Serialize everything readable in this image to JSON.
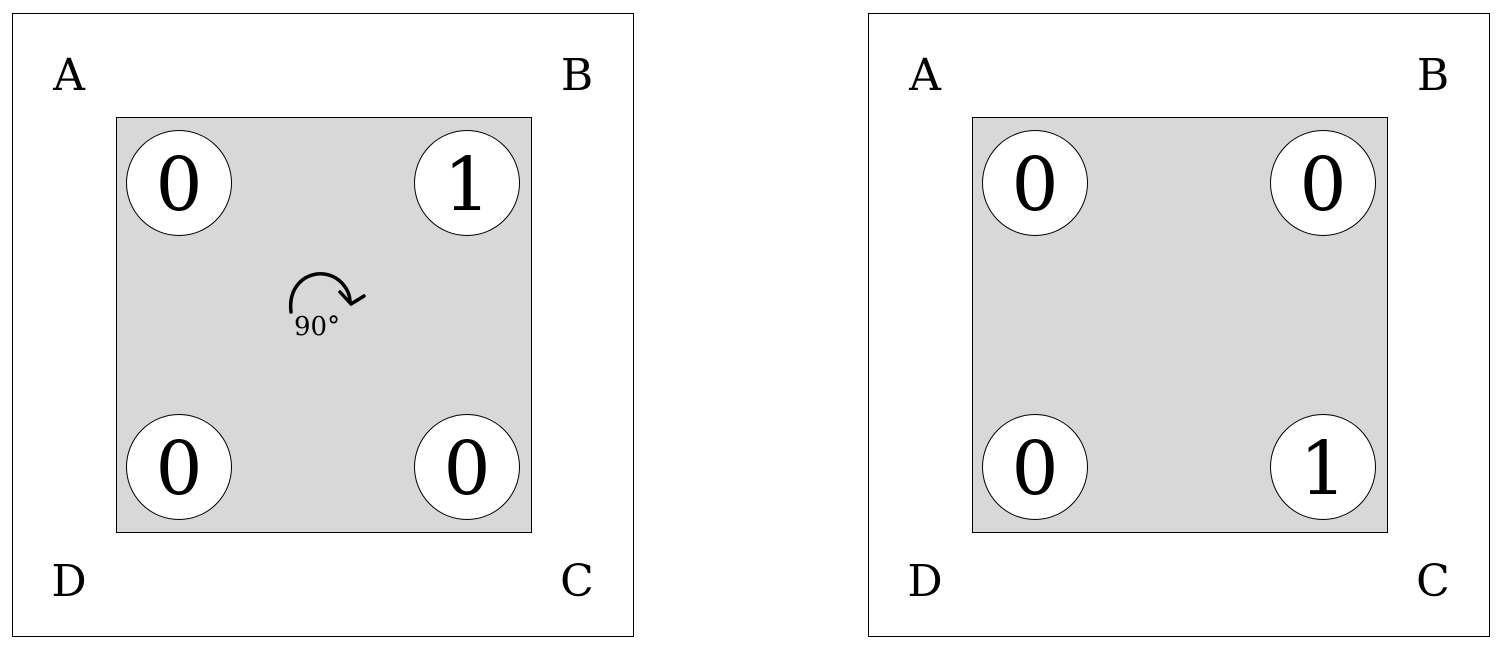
{
  "panels": [
    {
      "corners": {
        "a": "A",
        "b": "B",
        "c": "C",
        "d": "D"
      },
      "bits": {
        "top_left": "0",
        "top_right": "1",
        "bottom_left": "0",
        "bottom_right": "0"
      },
      "rotation_label": "90°"
    },
    {
      "corners": {
        "a": "A",
        "b": "B",
        "c": "C",
        "d": "D"
      },
      "bits": {
        "top_left": "0",
        "top_right": "0",
        "bottom_left": "0",
        "bottom_right": "1"
      }
    }
  ],
  "colors": {
    "square_fill": "#d8d8d8",
    "circle_fill": "#ffffff",
    "stroke": "#000000"
  },
  "icons": {
    "rotation": "clockwise-rotate-arrow-icon"
  }
}
